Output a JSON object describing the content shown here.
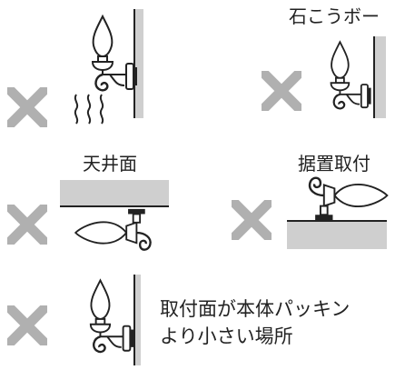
{
  "labels": {
    "gypsum_board": "石こうボー",
    "ceiling": "天井面",
    "placed_mount": "据置取付",
    "small_surface_line1": "取付面が本体パッキン",
    "small_surface_line2": "より小さい場所"
  },
  "icons": {
    "prohibited": "x-mark-icon",
    "fixture": "wall-bracket-lamp-icon",
    "heat": "heat-wave-icon"
  },
  "colors": {
    "prohibited_mark": "#b0b0b0",
    "surface_fill": "#cfcfcf",
    "line": "#222222"
  }
}
